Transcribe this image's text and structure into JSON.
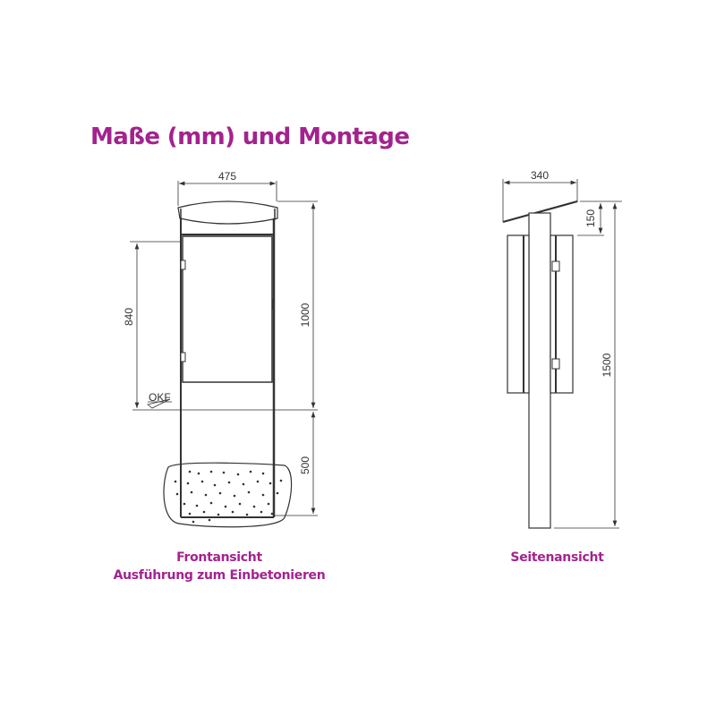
{
  "title": "Maße (mm) und Montage",
  "front_view": {
    "caption_line1": "Frontansicht",
    "caption_line2": "Ausführung zum Einbetonieren",
    "dimensions": {
      "width": "475",
      "door_height": "840",
      "height_above_ground": "1000",
      "depth_in_ground": "500"
    },
    "ground_label": "OKF"
  },
  "side_view": {
    "caption": "Seitenansicht",
    "dimensions": {
      "depth": "340",
      "roof_height": "150",
      "total_height": "1500"
    }
  },
  "colors": {
    "accent": "#a3238e",
    "line": "#333333"
  }
}
